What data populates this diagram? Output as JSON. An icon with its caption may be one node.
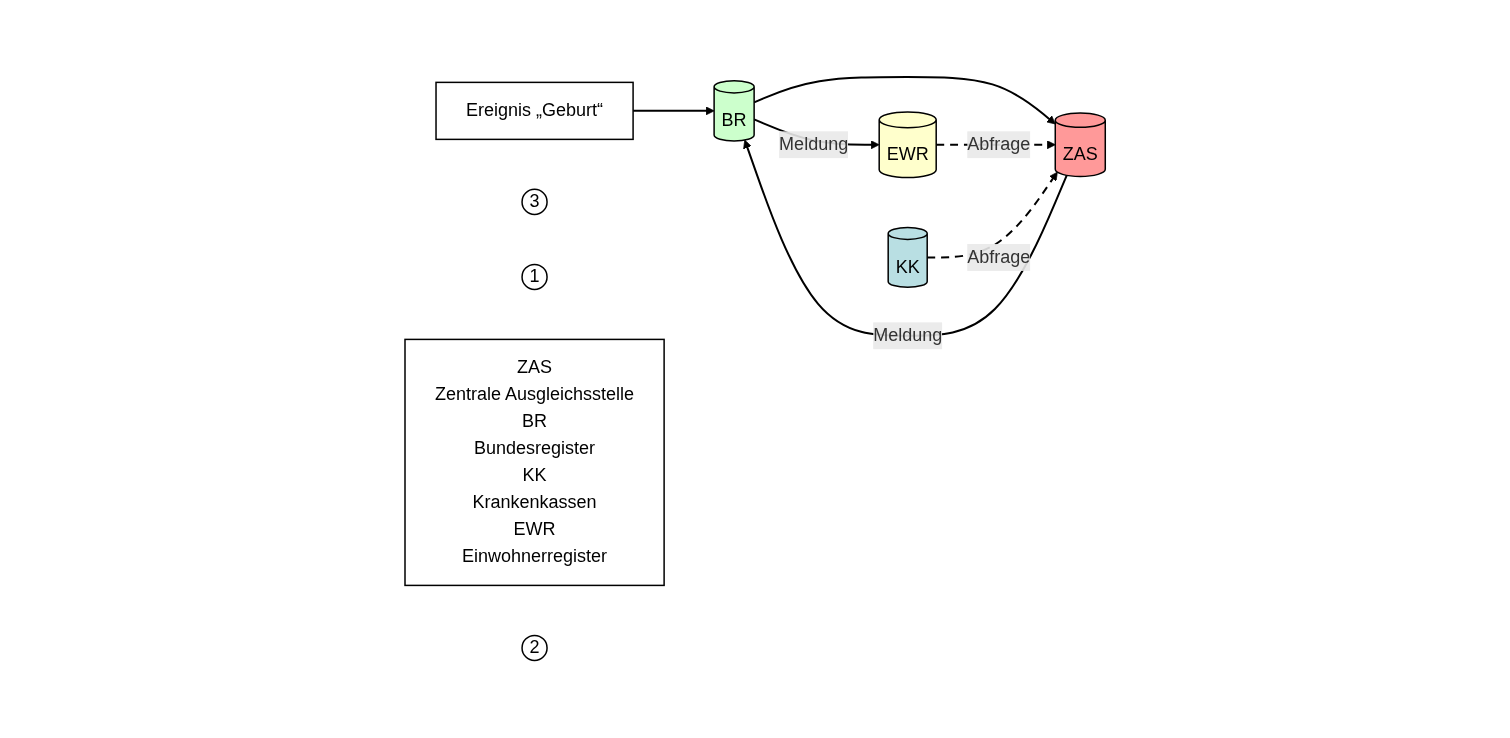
{
  "diagram": {
    "nodes": [
      {
        "text": [
          "Ereignis „Geburt“"
        ]
      },
      {
        "text": [
          "3"
        ]
      },
      {
        "text": [
          "1"
        ]
      },
      {
        "text": [
          "EWR"
        ]
      },
      {
        "text": [
          "BR"
        ]
      },
      {
        "text": [
          "ZAS"
        ]
      },
      {
        "text": [
          "ZAS",
          "Zentrale Ausgleichsstelle",
          "BR",
          "Bundesregister",
          "KK",
          "Krankenkassen",
          "EWR",
          "Einwohnerregister"
        ]
      },
      {
        "text": [
          "2"
        ]
      },
      {
        "text": [
          "KK"
        ]
      }
    ],
    "edges": [
      {
        "from": 0,
        "to": 4,
        "arrow": "to"
      },
      {
        "from": 4,
        "to": 3,
        "arrow": "to",
        "label": "Meldung"
      },
      {
        "from": 4,
        "to": 5,
        "arrow": "to"
      },
      {
        "from": 5,
        "to": 4,
        "arrow": "to",
        "label": "Meldung"
      },
      {
        "from": 3,
        "to": 5,
        "arrow": "to",
        "label": "Abfrage",
        "style": "dashed"
      },
      {
        "from": 8,
        "to": 5,
        "arrow": "to",
        "label": "Abfrage",
        "style": "dashed"
      }
    ]
  }
}
